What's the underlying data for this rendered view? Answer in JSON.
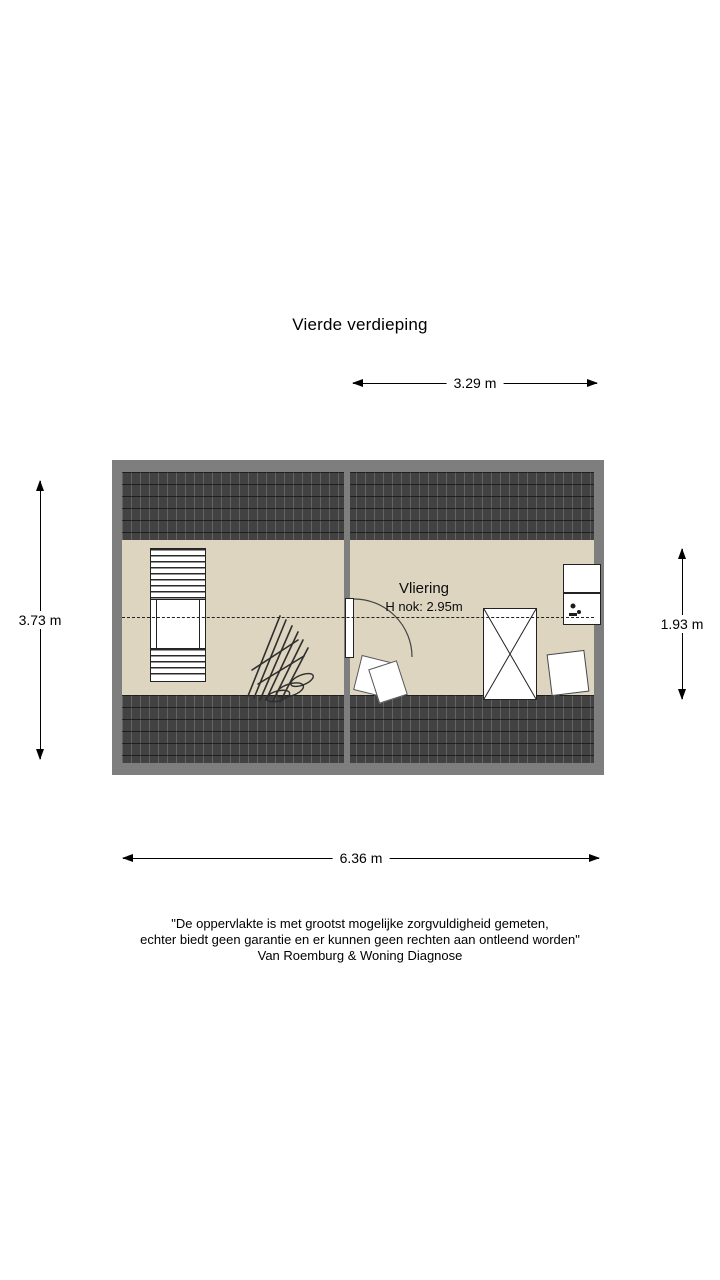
{
  "title": "Vierde verdieping",
  "dimensions": {
    "top": "3.29 m",
    "left": "3.73 m",
    "right": "1.93 m",
    "bottom": "6.36 m"
  },
  "room": {
    "name": "Vliering",
    "ridge_height": "H nok: 2.95m"
  },
  "disclaimer": {
    "line1": "\"De oppervlakte is met grootst mogelijke zorgvuldigheid gemeten,",
    "line2": "echter biedt geen garantie en er kunnen geen rechten aan ontleend worden\"",
    "line3": "Van Roemburg & Woning Diagnose"
  },
  "colors": {
    "roof": "#424242",
    "wall": "#7e7e7e",
    "floor": "#ddd5c0",
    "line": "#000000"
  }
}
